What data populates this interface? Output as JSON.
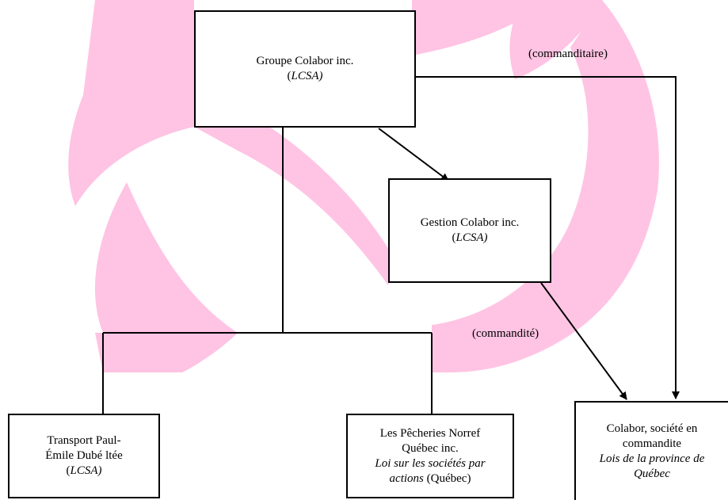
{
  "diagram": {
    "colors": {
      "watermark": "#ff1493",
      "line": "#000000",
      "box_fill": "#ffffff"
    },
    "watermark_icon": "swirl-logo-watermark",
    "nodes": {
      "groupe": {
        "name": "Groupe Colabor inc.",
        "law_open": "(",
        "law": "LCSA)"
      },
      "gestion": {
        "name": "Gestion Colabor inc.",
        "law_open": "(",
        "law": "LCSA)"
      },
      "transport": {
        "name_line1": "Transport Paul-",
        "name_line2": "Émile Dubé ltée",
        "law_open": "(",
        "law": "LCSA)"
      },
      "norref": {
        "name_line1": "Les Pêcheries Norref",
        "name_line2": "Québec inc.",
        "law_line1": "Loi sur les sociétés par",
        "law_line2": "actions",
        "law_suffix": " (Québec)"
      },
      "colabor_sec": {
        "name_line1": "Colabor, société en",
        "name_line2": "commandite",
        "law_line1": "Lois de la province de",
        "law_line2": "Québec"
      }
    },
    "edge_labels": {
      "commanditaire": "(commanditaire)",
      "commandite": "(commandité)"
    }
  }
}
